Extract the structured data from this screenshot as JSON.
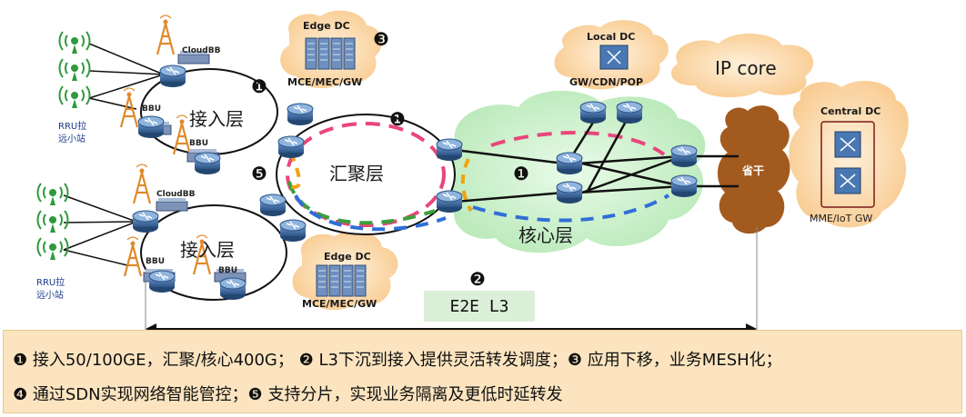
{
  "labels": {
    "access_layer": "接入层",
    "aggregation_layer": "汇聚层",
    "core_layer": "核心层",
    "ip_core": "IP core",
    "province_trunk": "省干",
    "cloudbb": "CloudBB",
    "bbu": "BBU",
    "rru": "RRU拉",
    "rru_sub": "远小站",
    "edge_dc": "Edge DC",
    "edge_dc_services": "MCE/MEC/GW",
    "local_dc": "Local DC",
    "local_dc_services": "GW/CDN/POP",
    "central_dc": "Central DC",
    "central_dc_services": "MME/IoT GW",
    "e2e": "E2E L3"
  },
  "markers": {
    "m1": "❶",
    "m2": "❷",
    "m3": "❸",
    "m5": "❺"
  },
  "legend": {
    "line1": "❶ 接入50/100GE，汇聚/核心400G； ❷ L3下沉到接入提供灵活转发调度；❸ 应用下移，业务MESH化；",
    "line2": "❹ 通过SDN实现网络智能管控；❺ 支持分片，实现业务隔离及更低时延转发"
  },
  "colors": {
    "router_blue": "#3b6aa0",
    "cloud_green": "#c8efc8",
    "cloud_orange": "#fbd7a8",
    "brown_cloud": "#a35a1f",
    "legend_bg": "#fbe4bf",
    "e2e_bg": "#dcefd8"
  }
}
